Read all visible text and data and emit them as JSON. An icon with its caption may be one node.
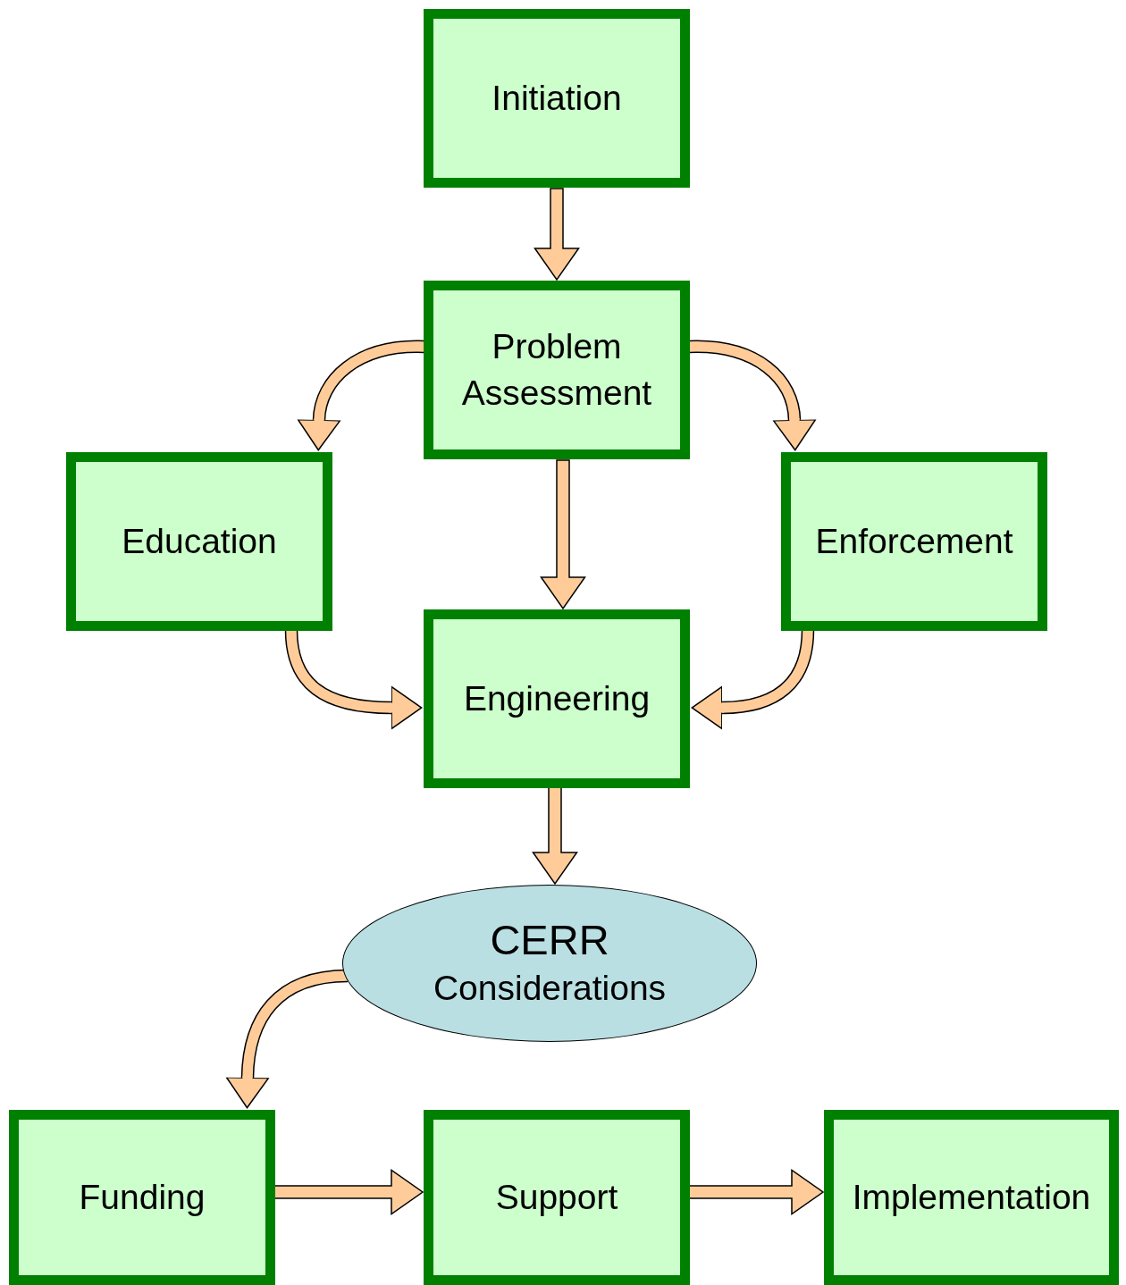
{
  "diagram": {
    "nodes": [
      {
        "text": [
          "Initiation"
        ]
      },
      {
        "text": [
          "Problem Assessment"
        ]
      },
      {
        "text": [
          "Education"
        ]
      },
      {
        "text": [
          "Enforcement"
        ]
      },
      {
        "text": [
          "Engineering"
        ]
      },
      {
        "text": [
          "CERR",
          "Considerations"
        ]
      },
      {
        "text": [
          "Funding"
        ]
      },
      {
        "text": [
          "Support"
        ]
      },
      {
        "text": [
          "Implementation"
        ]
      }
    ],
    "edges": [
      {
        "from": 0,
        "to": 1,
        "arrow": "to"
      },
      {
        "from": 1,
        "to": 2,
        "arrow": "to"
      },
      {
        "from": 1,
        "to": 3,
        "arrow": "to"
      },
      {
        "from": 1,
        "to": 4,
        "arrow": "to"
      },
      {
        "from": 2,
        "to": 4,
        "arrow": "to"
      },
      {
        "from": 3,
        "to": 4,
        "arrow": "to"
      },
      {
        "from": 4,
        "to": 5,
        "arrow": "to"
      },
      {
        "from": 5,
        "to": 6,
        "arrow": "to"
      },
      {
        "from": 6,
        "to": 7,
        "arrow": "to"
      },
      {
        "from": 7,
        "to": 8,
        "arrow": "to"
      }
    ]
  }
}
